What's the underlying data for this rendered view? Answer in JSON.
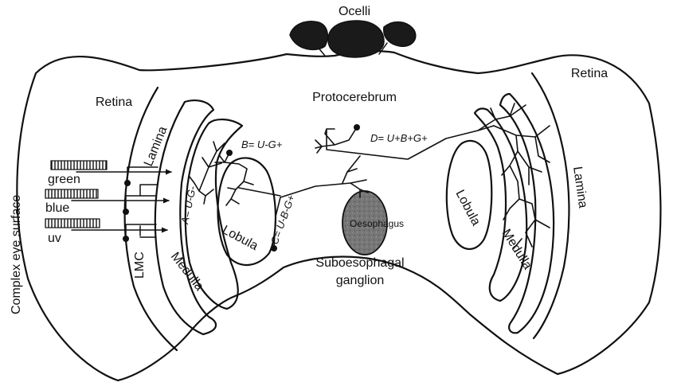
{
  "labels": {
    "ocelli": "Ocelli",
    "protocerebrum": "Protocerebrum",
    "retina_left": "Retina",
    "retina_right": "Retina",
    "lamina_left": "Lamina",
    "lamina_right": "Lamina",
    "medulla_left": "Medulla",
    "medulla_right": "Medulla",
    "lobula_left": "Lobula",
    "lobula_right": "Lobula",
    "complex_eye_surface": "Complex eye surface",
    "lmc": "LMC",
    "oesophagus": "Oesophagus",
    "suboesophagal_line1": "Suboesophagal",
    "suboesophagal_line2": "ganglion"
  },
  "receptors": [
    {
      "label": "green"
    },
    {
      "label": "blue"
    },
    {
      "label": "uv"
    }
  ],
  "neurons": {
    "a": "A= U-G-",
    "b": "B= U-G+",
    "c": "C= U-B-G+",
    "d": "D= U+B+G+"
  }
}
